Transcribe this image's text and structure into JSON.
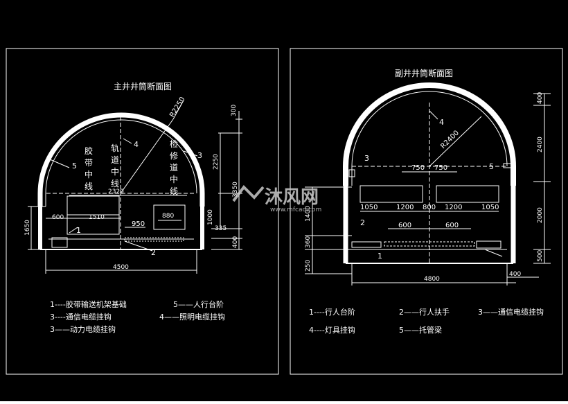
{
  "left_panel": {
    "title": "主井井筒断面图",
    "radius_label": "R2250",
    "vertical_texts": {
      "belt": [
        "胶",
        "带",
        "中",
        "线"
      ],
      "track": [
        "轨",
        "道",
        "中",
        "线"
      ],
      "service": [
        "检",
        "修",
        "道",
        "中",
        "线"
      ]
    },
    "item_marks": [
      "1",
      "2",
      "3",
      "4",
      "5"
    ],
    "dims": {
      "top_300": "300",
      "h_2250": "2250",
      "h_3350": "3350",
      "h_1000": "1000",
      "h_335": "335",
      "h_400": "400",
      "h_1650": "1650",
      "w_2320": "2320",
      "w_600": "600",
      "w_1510": "1510",
      "w_950": "950",
      "w_880": "880",
      "w_4500": "4500"
    },
    "legend": [
      "1----胶带输送机架基础",
      "5——人行台阶",
      "3----通信电缆挂钩",
      "4——照明电缆挂钩",
      "3——动力电缆挂钩"
    ]
  },
  "right_panel": {
    "title": "副井井筒断面图",
    "radius_label": "R2400",
    "item_marks": [
      "1",
      "2",
      "3",
      "4",
      "5"
    ],
    "dims": {
      "top_400": "400",
      "h_2400": "2400",
      "h_2000": "2000",
      "h_500": "500",
      "h_1400": "1400",
      "h_360": "360",
      "h_250": "250",
      "w_750a": "750",
      "w_750b": "750",
      "w_1050a": "1050",
      "w_1200a": "1200",
      "w_800": "800",
      "w_1200b": "1200",
      "w_1050b": "1050",
      "w_600a": "600",
      "w_600b": "600",
      "w_4800": "4800",
      "w_400": "400"
    },
    "legend": [
      "1----行人台阶",
      "2——行人扶手",
      "3——通信电缆挂钩",
      "4----灯具挂钩",
      "5——托管梁"
    ]
  },
  "watermark": {
    "brand": "沐风网",
    "url": "www.mfcad.com"
  },
  "colors": {
    "background": "#000000",
    "line": "#ffffff",
    "watermark": "#c9c9c9"
  }
}
